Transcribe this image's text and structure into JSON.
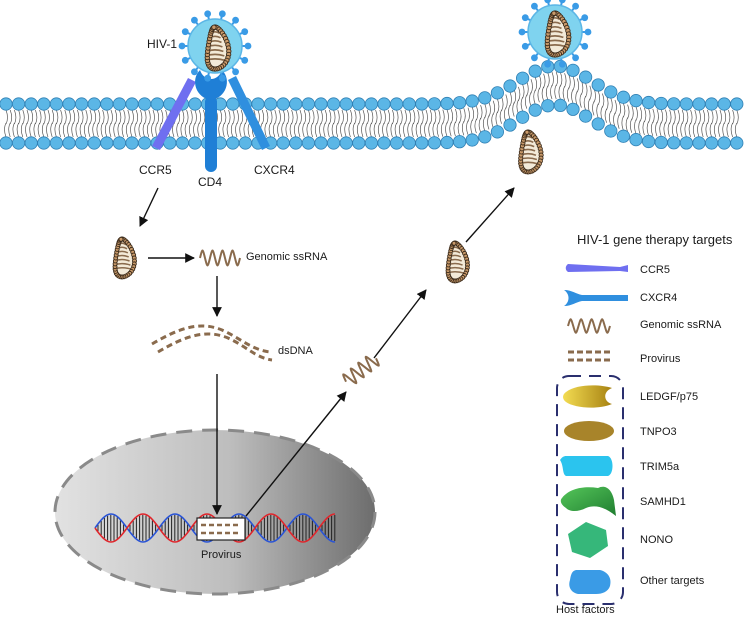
{
  "labels": {
    "hiv1": "HIV-1",
    "ccr5": "CCR5",
    "cd4": "CD4",
    "cxcr4": "CXCR4",
    "genomic_ssrna": "Genomic ssRNA",
    "dsdna": "dsDNA",
    "provirus": "Provirus"
  },
  "legend": {
    "title": "HIV-1 gene therapy targets",
    "items": [
      {
        "label": "CCR5",
        "icon": "ccr5-receptor-icon"
      },
      {
        "label": "CXCR4",
        "icon": "cxcr4-receptor-icon"
      },
      {
        "label": "Genomic ssRNA",
        "icon": "ssrna-wave-icon"
      },
      {
        "label": "Provirus",
        "icon": "provirus-dashed-icon"
      }
    ],
    "host_factors": {
      "caption": "Host factors",
      "items": [
        {
          "label": "LEDGF/p75",
          "icon": "ledgf-shape-icon"
        },
        {
          "label": "TNPO3",
          "icon": "tnpo3-ellipse-icon"
        },
        {
          "label": "TRIM5a",
          "icon": "trim5a-shape-icon"
        },
        {
          "label": "SAMHD1",
          "icon": "samhd1-shape-icon"
        },
        {
          "label": "NONO",
          "icon": "nono-hexagon-icon"
        },
        {
          "label": "Other targets",
          "icon": "other-targets-icon"
        }
      ]
    }
  },
  "colors": {
    "membrane_bead": "#5bb6e6",
    "membrane_bead_stroke": "#2f7fb3",
    "ccr5": "#6f6ff0",
    "cxcr4": "#2f8fdf",
    "cd4": "#1f7fd6",
    "rna_brown": "#8a6b4d",
    "capsid_bead": "#c99a6a",
    "virus_envelope": "#7fd3ef",
    "nucleus_fill": "#bdbdbd",
    "nucleus_border": "#8a8a8a",
    "dna_red": "#e0262c",
    "dna_blue": "#2a54d6",
    "ledgf": "#d4b21c",
    "tnpo3": "#a8842a",
    "trim5a": "#2bc4ee",
    "samhd1": "#37a84a",
    "nono": "#36b77a",
    "other": "#3a9be6",
    "legend_frame": "#2a2f6e"
  }
}
